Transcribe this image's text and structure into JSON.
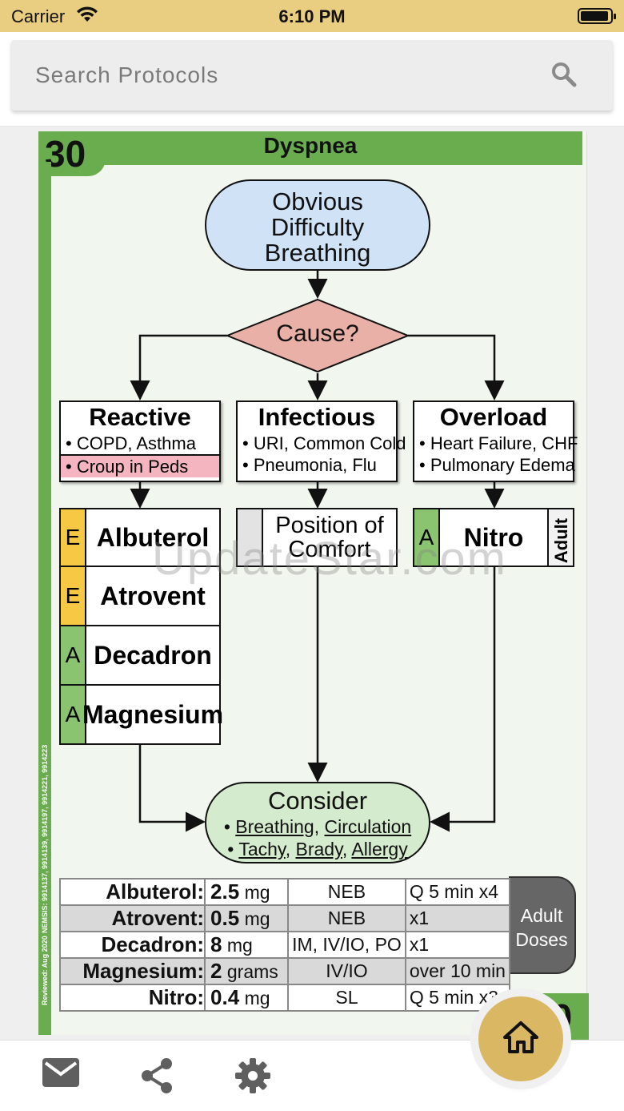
{
  "status": {
    "carrier": "Carrier",
    "time": "6:10 PM"
  },
  "search": {
    "placeholder": "Search Protocols"
  },
  "protocol": {
    "number": "30",
    "title": "Dyspnea",
    "reviewed": "Reviewed: Aug 2020",
    "nemsis": "NEMSIS: 9914137, 9914139, 9914197, 9914221, 9914223",
    "start": {
      "line1": "Obvious",
      "line2": "Difficulty",
      "line3": "Breathing"
    },
    "decision": "Cause?",
    "branches": [
      {
        "title": "Reactive",
        "items": [
          "• COPD, Asthma"
        ],
        "peds": "• Croup in Peds"
      },
      {
        "title": "Infectious",
        "items": [
          "• URI, Common Cold",
          "• Pneumonia, Flu"
        ]
      },
      {
        "title": "Overload",
        "items": [
          "• Heart Failure, CHF",
          "• Pulmonary Edema"
        ]
      }
    ],
    "reactive_meds": [
      {
        "level": "E",
        "name": "Albuterol"
      },
      {
        "level": "E",
        "name": "Atrovent"
      },
      {
        "level": "A",
        "name": "Decadron"
      },
      {
        "level": "A",
        "name": "Magnesium"
      }
    ],
    "infectious_action": {
      "line1": "Position of",
      "line2": "Comfort"
    },
    "overload_med": {
      "level": "A",
      "name": "Nitro",
      "tag": "Adult"
    },
    "consider": {
      "title": "Consider",
      "line1": [
        "Breathing",
        "Circulation"
      ],
      "line2": [
        "Tachy",
        "Brady",
        "Allergy"
      ]
    },
    "doses": [
      {
        "name": "Albuterol:",
        "amount": "2.5",
        "unit": "mg",
        "route": "NEB",
        "freq": "Q 5 min x4"
      },
      {
        "name": "Atrovent:",
        "amount": "0.5",
        "unit": "mg",
        "route": "NEB",
        "freq": "x1"
      },
      {
        "name": "Decadron:",
        "amount": "8",
        "unit": "mg",
        "route": "IM, IV/IO, PO",
        "freq": "x1"
      },
      {
        "name": "Magnesium:",
        "amount": "2",
        "unit": "grams",
        "route": "IV/IO",
        "freq": "over 10 min"
      },
      {
        "name": "Nitro:",
        "amount": "0.4",
        "unit": "mg",
        "route": "SL",
        "freq": "Q 5 min x3"
      }
    ],
    "adult_doses": {
      "line1": "Adult",
      "line2": "Doses"
    },
    "watermark": "UpdateStar.com"
  },
  "icons": [
    "search-icon",
    "mail-icon",
    "share-icon",
    "settings-icon",
    "home-icon",
    "wifi-icon",
    "battery-icon"
  ]
}
